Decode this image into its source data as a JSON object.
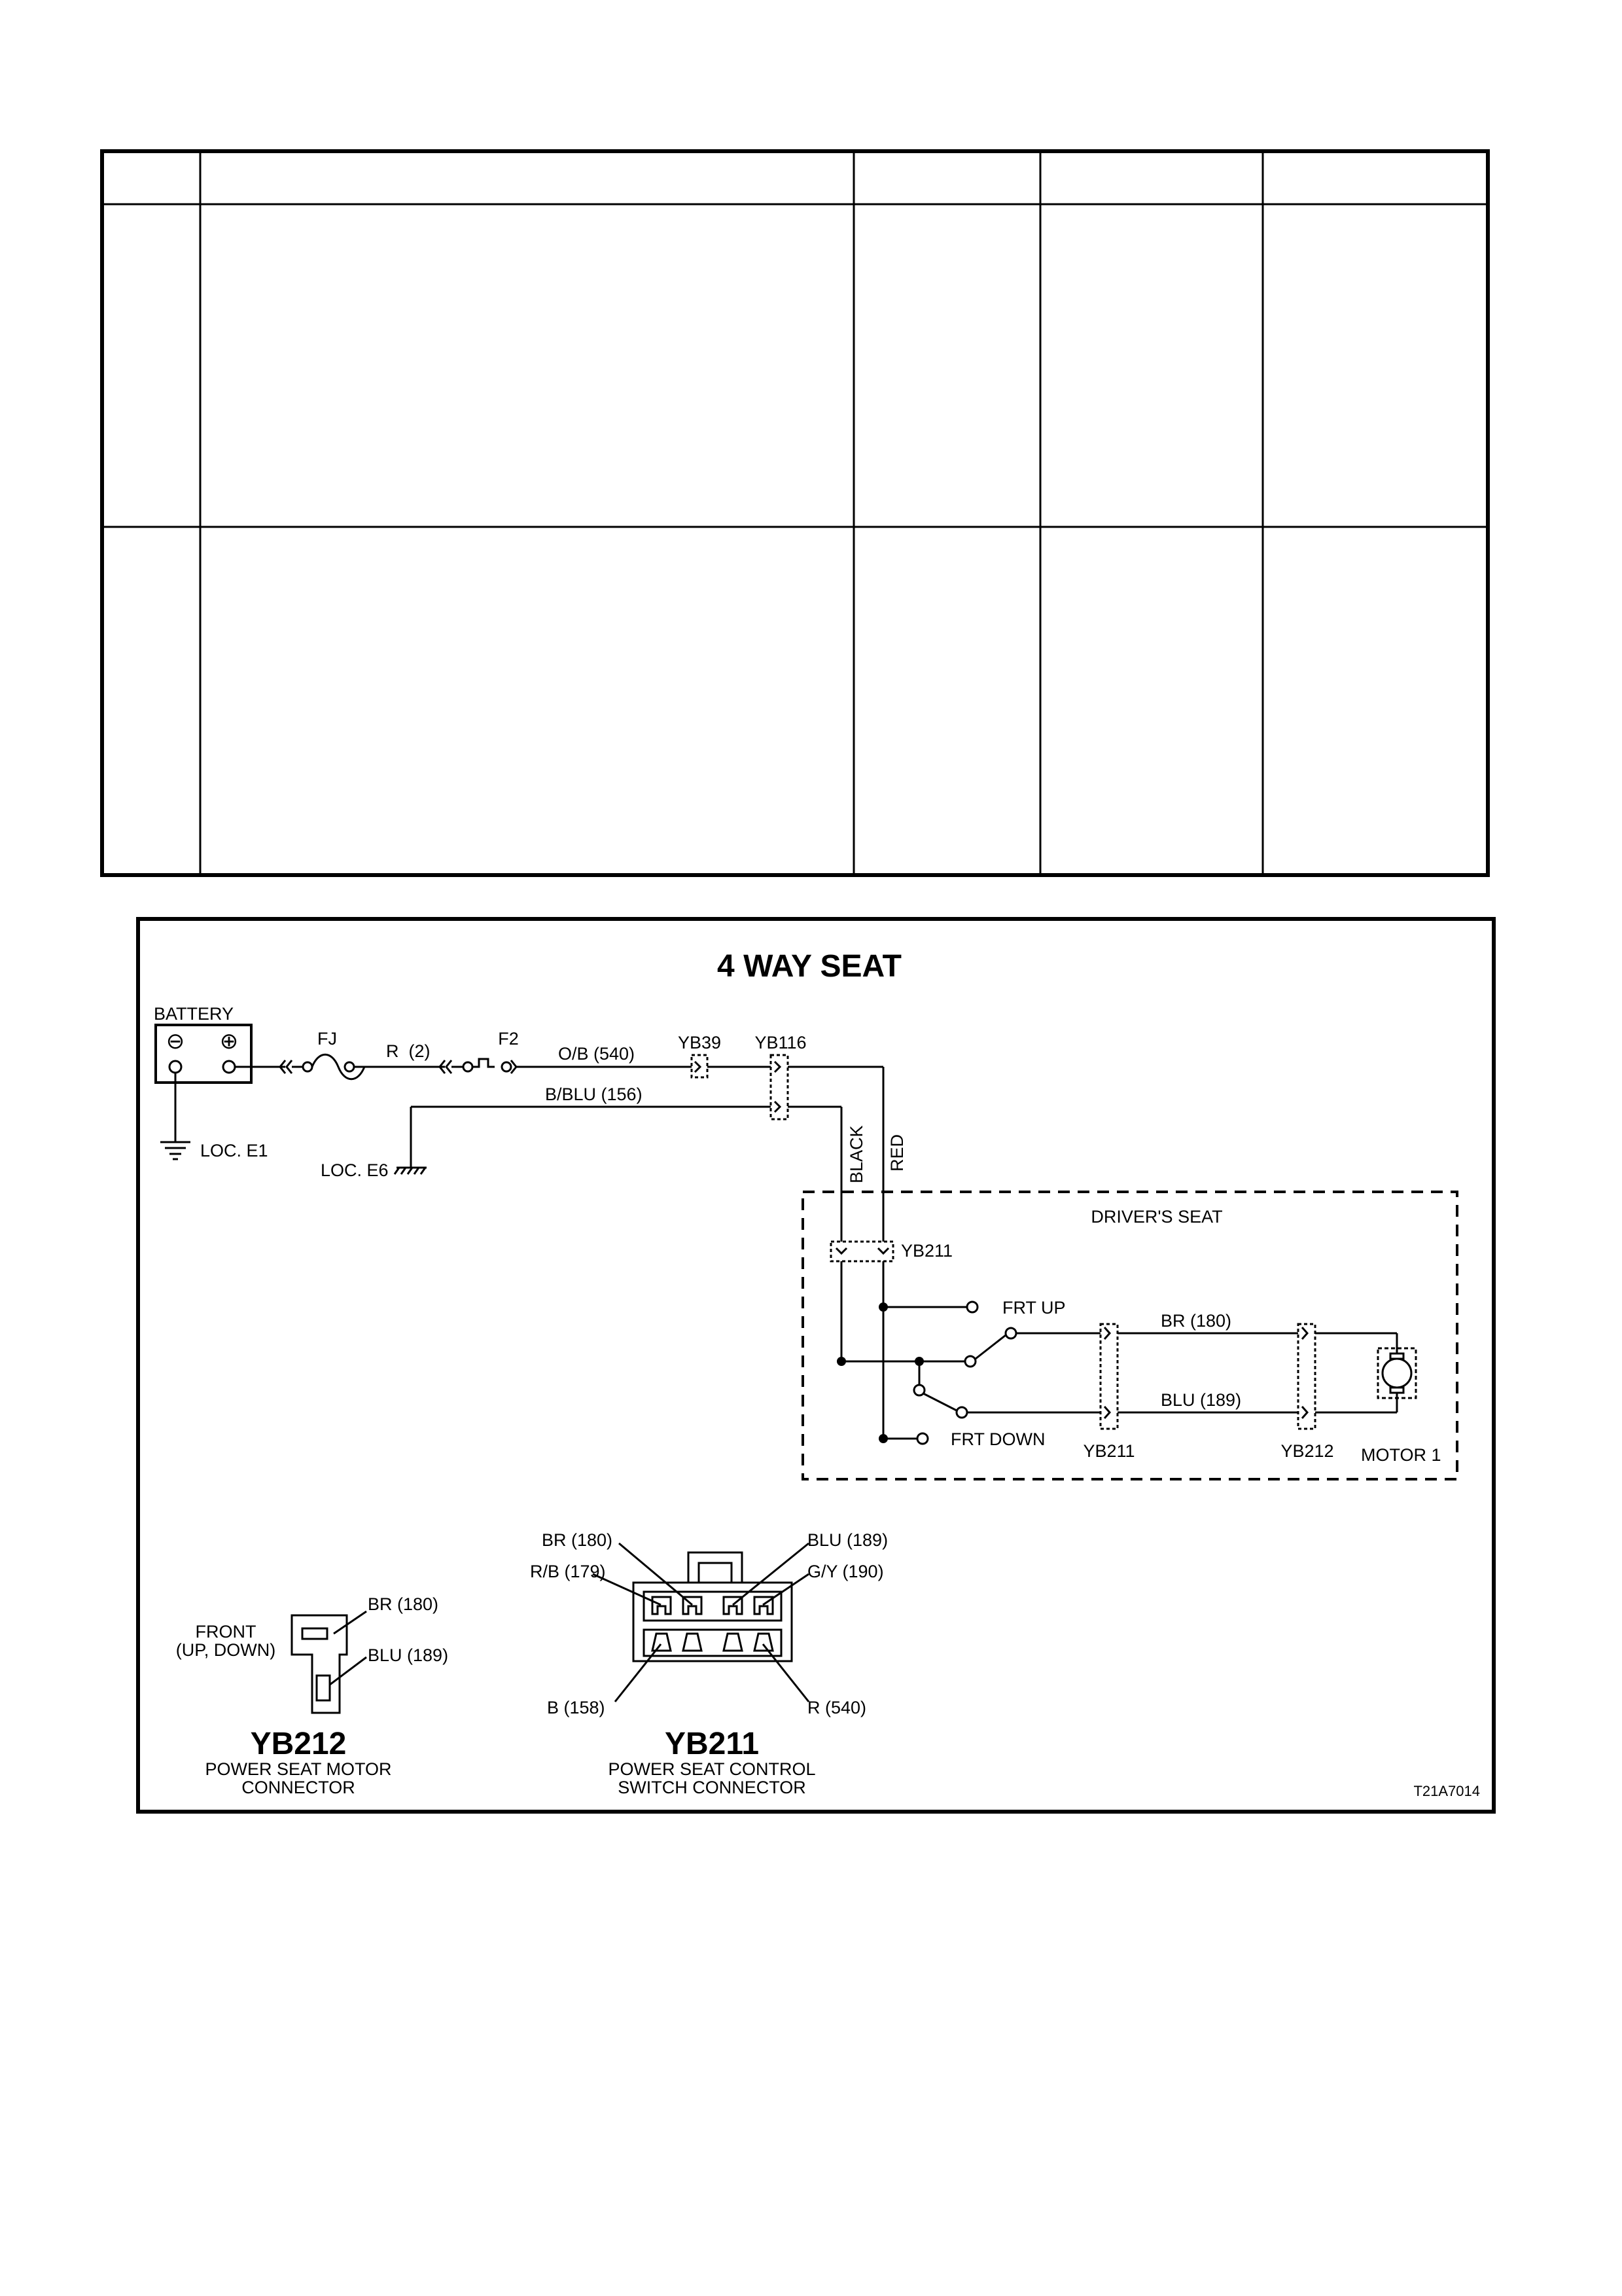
{
  "diagram": {
    "title": "4 WAY SEAT",
    "battery": {
      "label": "BATTERY",
      "neg_symbol": "⊖",
      "pos_symbol": "⊕"
    },
    "ground_e1": "LOC. E1",
    "ground_e6": "LOC. E6",
    "fuse_fj": "FJ",
    "fuse_f2": "F2",
    "wire_r2": "R  (2)",
    "wire_ob540": "O/B (540)",
    "wire_bblu156": "B/BLU (156)",
    "conn_yb39": "YB39",
    "conn_yb116": "YB116",
    "wire_black": "BLACK",
    "wire_red": "RED",
    "drivers_seat": "DRIVER'S SEAT",
    "conn_yb211_top": "YB211",
    "frt_up": "FRT UP",
    "frt_down": "FRT DOWN",
    "wire_br180": "BR (180)",
    "wire_blu189": "BLU (189)",
    "conn_yb211_bottom": "YB211",
    "conn_yb212_bottom": "YB212",
    "motor": "MOTOR 1",
    "ref_code": "T21A7014"
  },
  "yb212_connector": {
    "pin_top": "BR (180)",
    "pin_bottom": "BLU (189)",
    "front_line1": "FRONT",
    "front_line2": "(UP, DOWN)",
    "name": "YB212",
    "desc_line1": "POWER SEAT MOTOR",
    "desc_line2": "CONNECTOR"
  },
  "yb211_connector": {
    "pin_br": "BR (180)",
    "pin_rb": "R/B (179)",
    "pin_blu": "BLU (189)",
    "pin_gy": "G/Y (190)",
    "pin_b": "B (158)",
    "pin_r": "R (540)",
    "name": "YB211",
    "desc_line1": "POWER SEAT CONTROL",
    "desc_line2": "SWITCH CONNECTOR"
  }
}
